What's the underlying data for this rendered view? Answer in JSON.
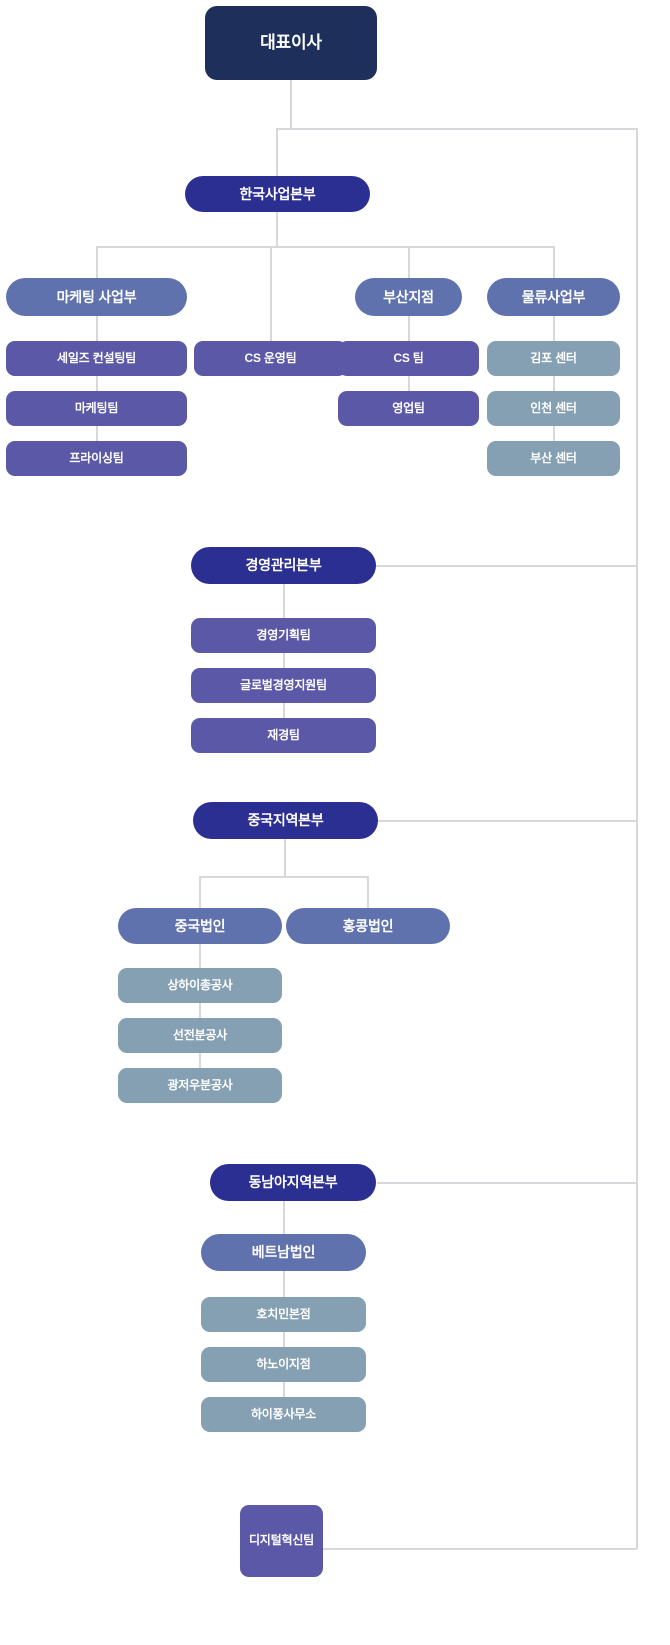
{
  "title": "조직도",
  "colors": {
    "ceo": "#1f2f5c",
    "headquarters": "#2b2f92",
    "division": "#5f72ad",
    "team": "#5b58a8",
    "center": "#85a0b3",
    "line": "#d8d8dc",
    "background": "#ffffff",
    "text": "#ffffff"
  },
  "org": {
    "ceo": {
      "label": "대표이사"
    },
    "headquarters": [
      {
        "id": "korea",
        "label": "한국사업본부",
        "divisions": [
          {
            "id": "marketing",
            "label": "마케팅 사업부",
            "children": [
              {
                "label": "세일즈 컨설팅팀",
                "type": "team"
              },
              {
                "label": "마케팅팀",
                "type": "team"
              },
              {
                "label": "프라이싱팀",
                "type": "team"
              }
            ]
          },
          {
            "id": "cs-ops",
            "label": "CS 운영팀",
            "type": "team",
            "children": []
          },
          {
            "id": "busan",
            "label": "부산지점",
            "children": [
              {
                "label": "CS 팀",
                "type": "team"
              },
              {
                "label": "영업팀",
                "type": "team"
              }
            ]
          },
          {
            "id": "logistics",
            "label": "물류사업부",
            "children": [
              {
                "label": "김포 센터",
                "type": "center"
              },
              {
                "label": "인천 센터",
                "type": "center"
              },
              {
                "label": "부산 센터",
                "type": "center"
              }
            ]
          }
        ]
      },
      {
        "id": "management",
        "label": "경영관리본부",
        "divisions": [
          {
            "id": "mgmt-teams",
            "label": "",
            "children": [
              {
                "label": "경영기획팀",
                "type": "team"
              },
              {
                "label": "글로벌경영지원팀",
                "type": "team"
              },
              {
                "label": "재경팀",
                "type": "team"
              }
            ]
          }
        ]
      },
      {
        "id": "china",
        "label": "중국지역본부",
        "divisions": [
          {
            "id": "china-corp",
            "label": "중국법인",
            "children": [
              {
                "label": "상하이총공사",
                "type": "center"
              },
              {
                "label": "선전분공사",
                "type": "center"
              },
              {
                "label": "광저우분공사",
                "type": "center"
              }
            ]
          },
          {
            "id": "hongkong-corp",
            "label": "홍콩법인",
            "children": []
          }
        ]
      },
      {
        "id": "sea",
        "label": "동남아지역본부",
        "divisions": [
          {
            "id": "vietnam-corp",
            "label": "베트남법인",
            "children": [
              {
                "label": "호치민본점",
                "type": "center"
              },
              {
                "label": "하노이지점",
                "type": "center"
              },
              {
                "label": "하이퐁사무소",
                "type": "center"
              }
            ]
          }
        ]
      }
    ],
    "direct_reports": [
      {
        "id": "digital",
        "label": "디지털혁신팀",
        "type": "team"
      }
    ]
  },
  "nodes": {
    "ceo": "대표이사",
    "korea_hq": "한국사업본부",
    "marketing_div": "마케팅 사업부",
    "sales_consulting_team": "세일즈 컨설팅팀",
    "marketing_team": "마케팅팀",
    "pricing_team": "프라이싱팀",
    "cs_ops_team": "CS 운영팀",
    "busan_branch": "부산지점",
    "cs_team": "CS 팀",
    "sales_team": "영업팀",
    "logistics_div": "물류사업부",
    "gimpo_center": "김포 센터",
    "incheon_center": "인천 센터",
    "busan_center": "부산 센터",
    "management_hq": "경영관리본부",
    "mgmt_planning_team": "경영기획팀",
    "global_mgmt_support_team": "글로벌경영지원팀",
    "finance_team": "재경팀",
    "china_hq": "중국지역본부",
    "china_corp": "중국법인",
    "hongkong_corp": "홍콩법인",
    "shanghai_head": "상하이총공사",
    "shenzhen_branch": "선전분공사",
    "guangzhou_branch": "광저우분공사",
    "sea_hq": "동남아지역본부",
    "vietnam_corp": "베트남법인",
    "hochiminh_head": "호치민본점",
    "hanoi_branch": "하노이지점",
    "haiphong_office": "하이퐁사무소",
    "digital_innovation_team": "디지털혁신팀"
  }
}
